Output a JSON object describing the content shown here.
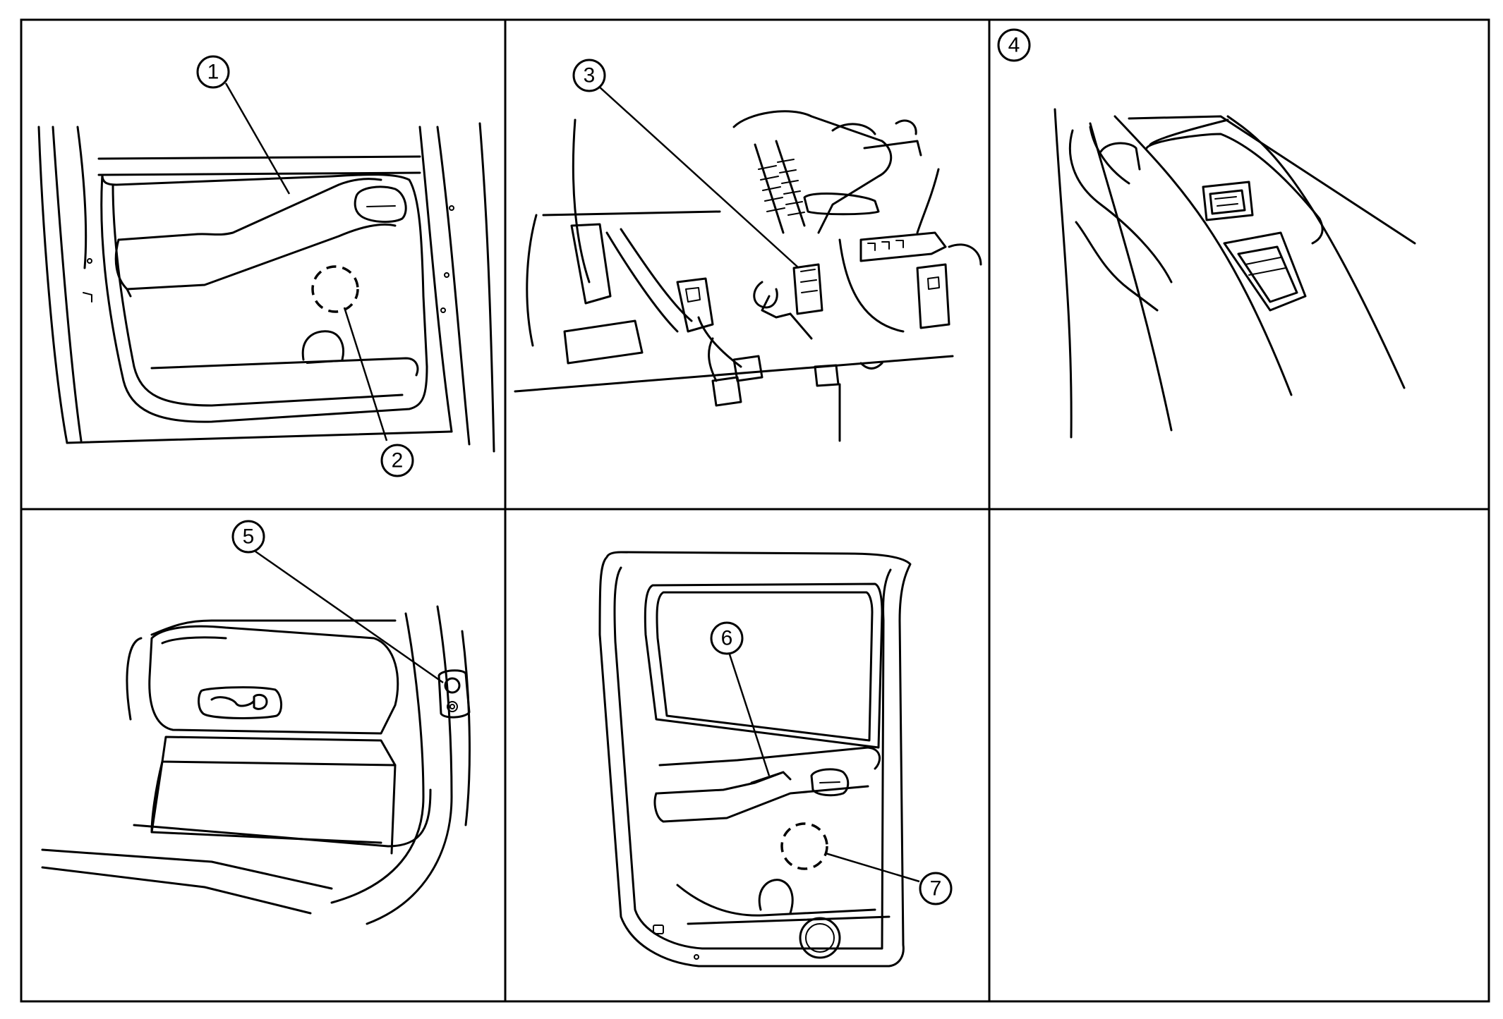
{
  "callouts": [
    {
      "id": "1",
      "label": "1"
    },
    {
      "id": "2",
      "label": "2"
    },
    {
      "id": "3",
      "label": "3"
    },
    {
      "id": "4",
      "label": "4"
    },
    {
      "id": "5",
      "label": "5"
    },
    {
      "id": "6",
      "label": "6"
    },
    {
      "id": "7",
      "label": "7"
    }
  ],
  "panels": [
    {
      "id": "front-door-panel"
    },
    {
      "id": "dash-under-panel"
    },
    {
      "id": "window-switch-closeup"
    },
    {
      "id": "seat-and-pillar"
    },
    {
      "id": "rear-door-panel"
    },
    {
      "id": "empty-panel"
    }
  ],
  "icons": [
    "dashed-circle-marker"
  ]
}
